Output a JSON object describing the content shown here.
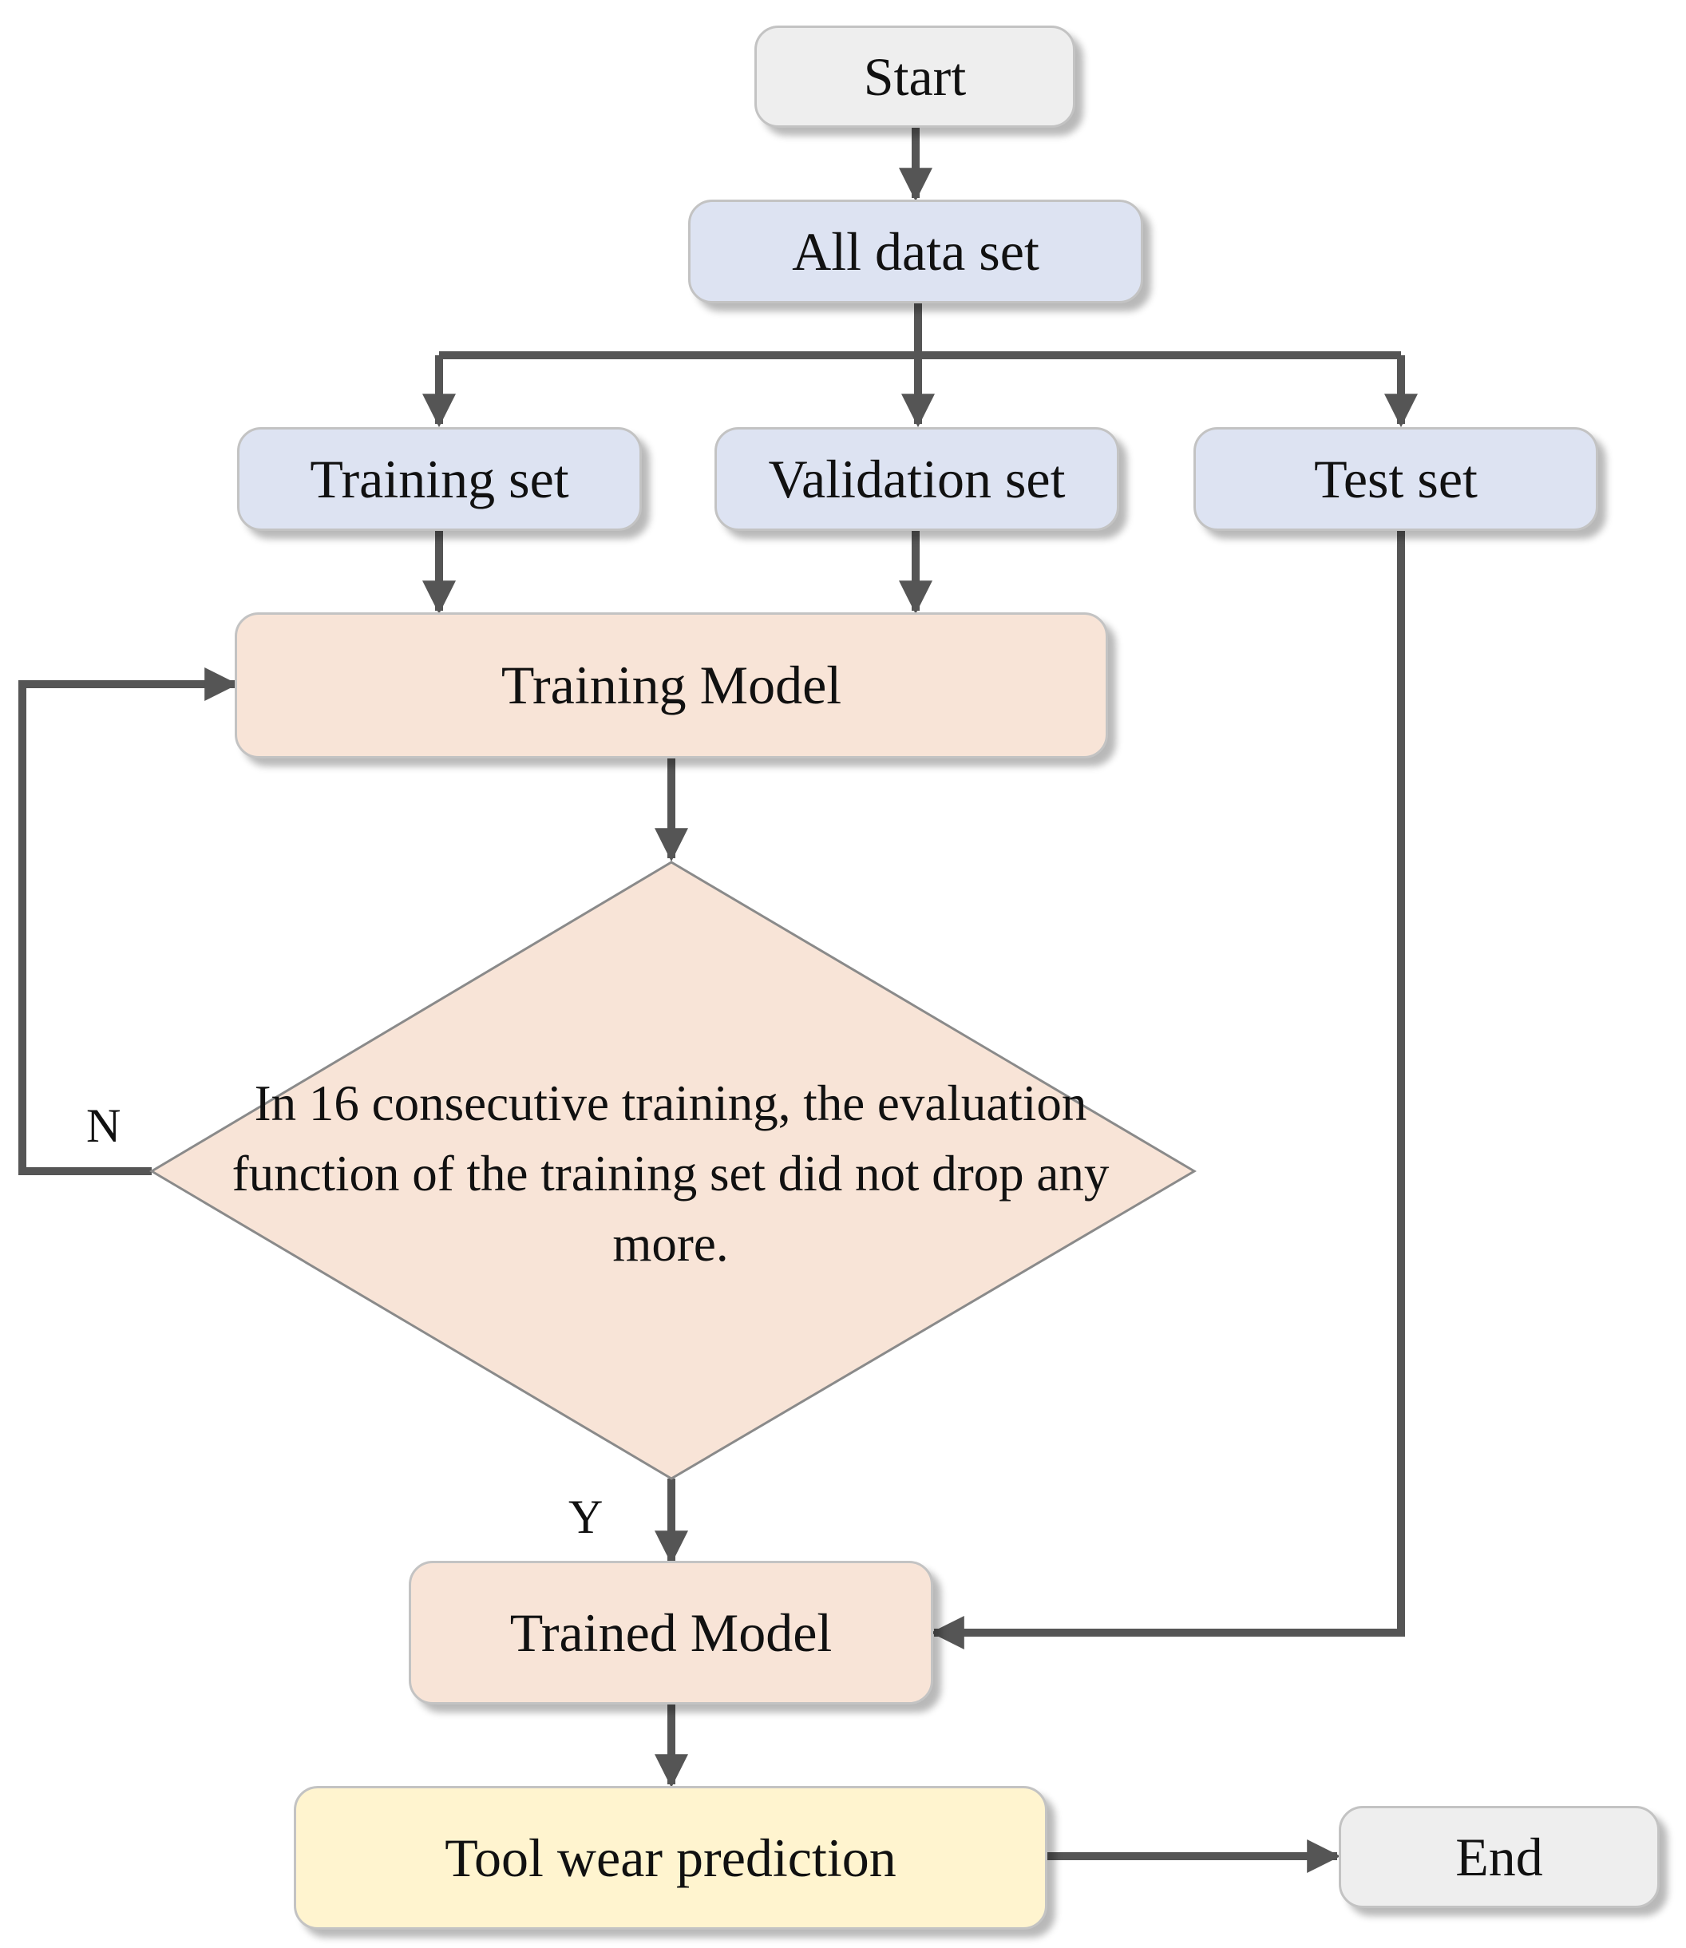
{
  "nodes": {
    "start": "Start",
    "all_data": "All data set",
    "training_set": "Training set",
    "validation_set": "Validation set",
    "test_set": "Test set",
    "training_model": "Training Model",
    "decision": "In 16 consecutive training, the evaluation function of the training set did not drop any more.",
    "trained_model": "Trained Model",
    "prediction": "Tool wear prediction",
    "end": "End"
  },
  "labels": {
    "no": "N",
    "yes": "Y"
  },
  "colors": {
    "terminal": "#eeeeee",
    "data": "#dde3f2",
    "process": "#f8e4d7",
    "output": "#fff4cf",
    "connector": "#555555"
  }
}
